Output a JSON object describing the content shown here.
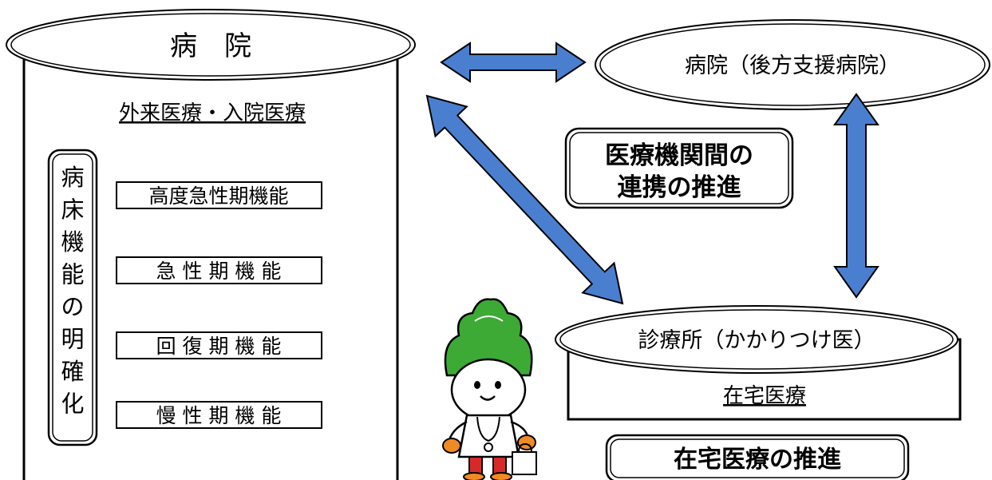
{
  "hospital": {
    "title": "病　院",
    "care": "外来医療・入院医療",
    "clarify_label": "病床機能の明確化",
    "functions": [
      "高度急性期機能",
      "急 性 期 機 能",
      "回 復 期 機 能",
      "慢 性 期 機 能"
    ]
  },
  "support_hospital": {
    "title": "病院（後方支援病院）"
  },
  "clinic": {
    "title": "診療所（かかりつけ医）",
    "care": "在宅医療"
  },
  "cooperation": {
    "line1": "医療機関間の",
    "line2": "連携の推進"
  },
  "home_care_promotion": "在宅医療の推進",
  "colors": {
    "arrow_fill": "#4a7fd0",
    "arrow_stroke": "#000000",
    "mascot_green": "#3daa35",
    "mascot_orange": "#f08a24",
    "mascot_red": "#d62a2a"
  },
  "icons": [
    "mascot-doctor-icon",
    "double-arrow-icon",
    "medical-bag-icon"
  ]
}
